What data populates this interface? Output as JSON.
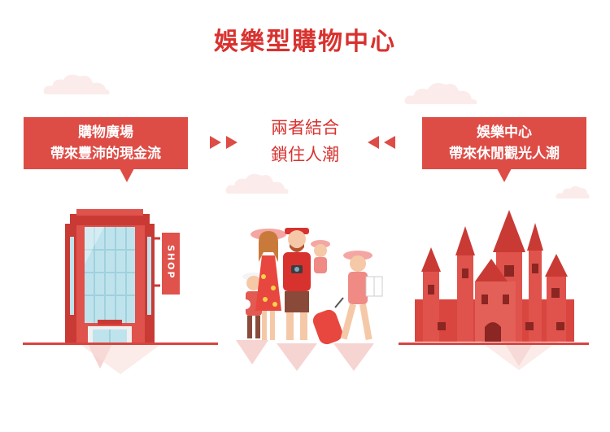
{
  "title": "娛樂型購物中心",
  "left_callout": {
    "line1": "購物廣場",
    "line2": "帶來豐沛的現金流"
  },
  "center_text": {
    "line1": "兩者結合",
    "line2": "鎖住人潮"
  },
  "right_callout": {
    "line1": "娛樂中心",
    "line2": "帶來休閒觀光人潮"
  },
  "shop_sign": "SHOP",
  "colors": {
    "primary": "#d8322f",
    "callout": "#de4c46",
    "cloud": "#fbeceb",
    "shadow": "#f6d4d2"
  },
  "icons": [
    "shopping-mall-building",
    "tourist-family",
    "castle",
    "double-arrow-right",
    "double-arrow-left",
    "cloud"
  ]
}
